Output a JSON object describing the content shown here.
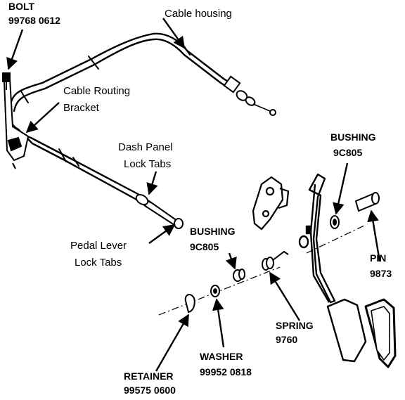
{
  "labels": {
    "bolt_name": "BOLT",
    "bolt_part": "99768 0612",
    "cable_housing": "Cable housing",
    "routing_bracket_1": "Cable Routing",
    "routing_bracket_2": "Bracket",
    "dash_tabs_1": "Dash Panel",
    "dash_tabs_2": "Lock Tabs",
    "pedal_tabs_1": "Pedal Lever",
    "pedal_tabs_2": "Lock Tabs",
    "bushing_left_name": "BUSHING",
    "bushing_left_part": "9C805",
    "bushing_right_name": "BUSHING",
    "bushing_right_part": "9C805",
    "pin_name": "PIN",
    "pin_part": "9873",
    "spring_name": "SPRING",
    "spring_part": "9760",
    "washer_name": "WASHER",
    "washer_part": "99952 0818",
    "retainer_name": "RETAINER",
    "retainer_part": "99575 0600"
  }
}
